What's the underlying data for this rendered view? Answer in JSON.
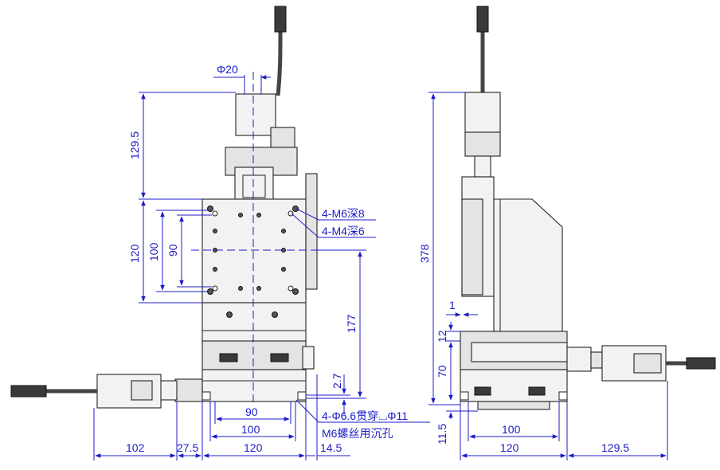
{
  "dimensions": {
    "dia20": "Φ20",
    "h129_5": "129.5",
    "h120": "120",
    "h100": "100",
    "h90": "90",
    "h177": "177",
    "h2_7": "2.7",
    "w90": "90",
    "w100": "100",
    "w102": "102",
    "w27_5": "27.5",
    "w120": "120",
    "w14_5": "14.5",
    "side_378": "378",
    "side_1": "1",
    "side_12": "12",
    "side_70": "70",
    "side_11_5": "11.5",
    "side_w100": "100",
    "side_w120": "120",
    "side_w129_5": "129.5"
  },
  "notes": {
    "m6_depth": "4-M6深8",
    "m4_depth": "4-M4深6",
    "through_hole": "4-Φ6.6贯穿⌴Φ11",
    "counterbore": "M6螺丝用沉孔"
  }
}
